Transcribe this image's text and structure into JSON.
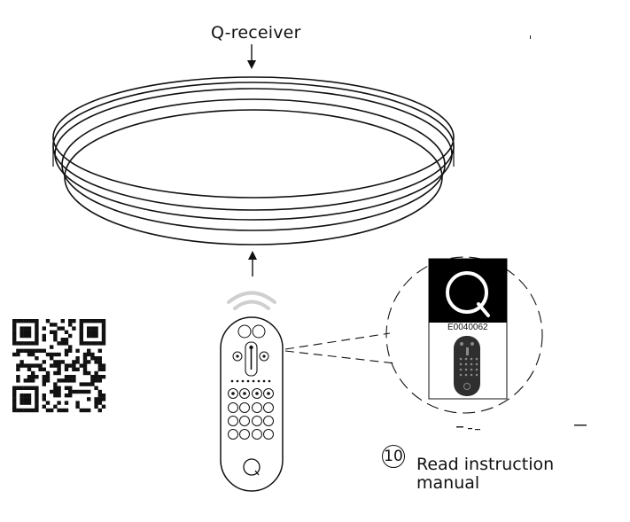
{
  "labels": {
    "receiver": "Q-receiver",
    "product_code": "E0040062",
    "step_number": "10",
    "instruction": "Read instruction manual"
  },
  "remote": {
    "logo_icon": "q-logo-icon",
    "signal_icon": "wireless-signal-icon"
  },
  "colors": {
    "line": "#111111",
    "badge_background": "#000000",
    "remote_body": "#2f2f2f"
  }
}
